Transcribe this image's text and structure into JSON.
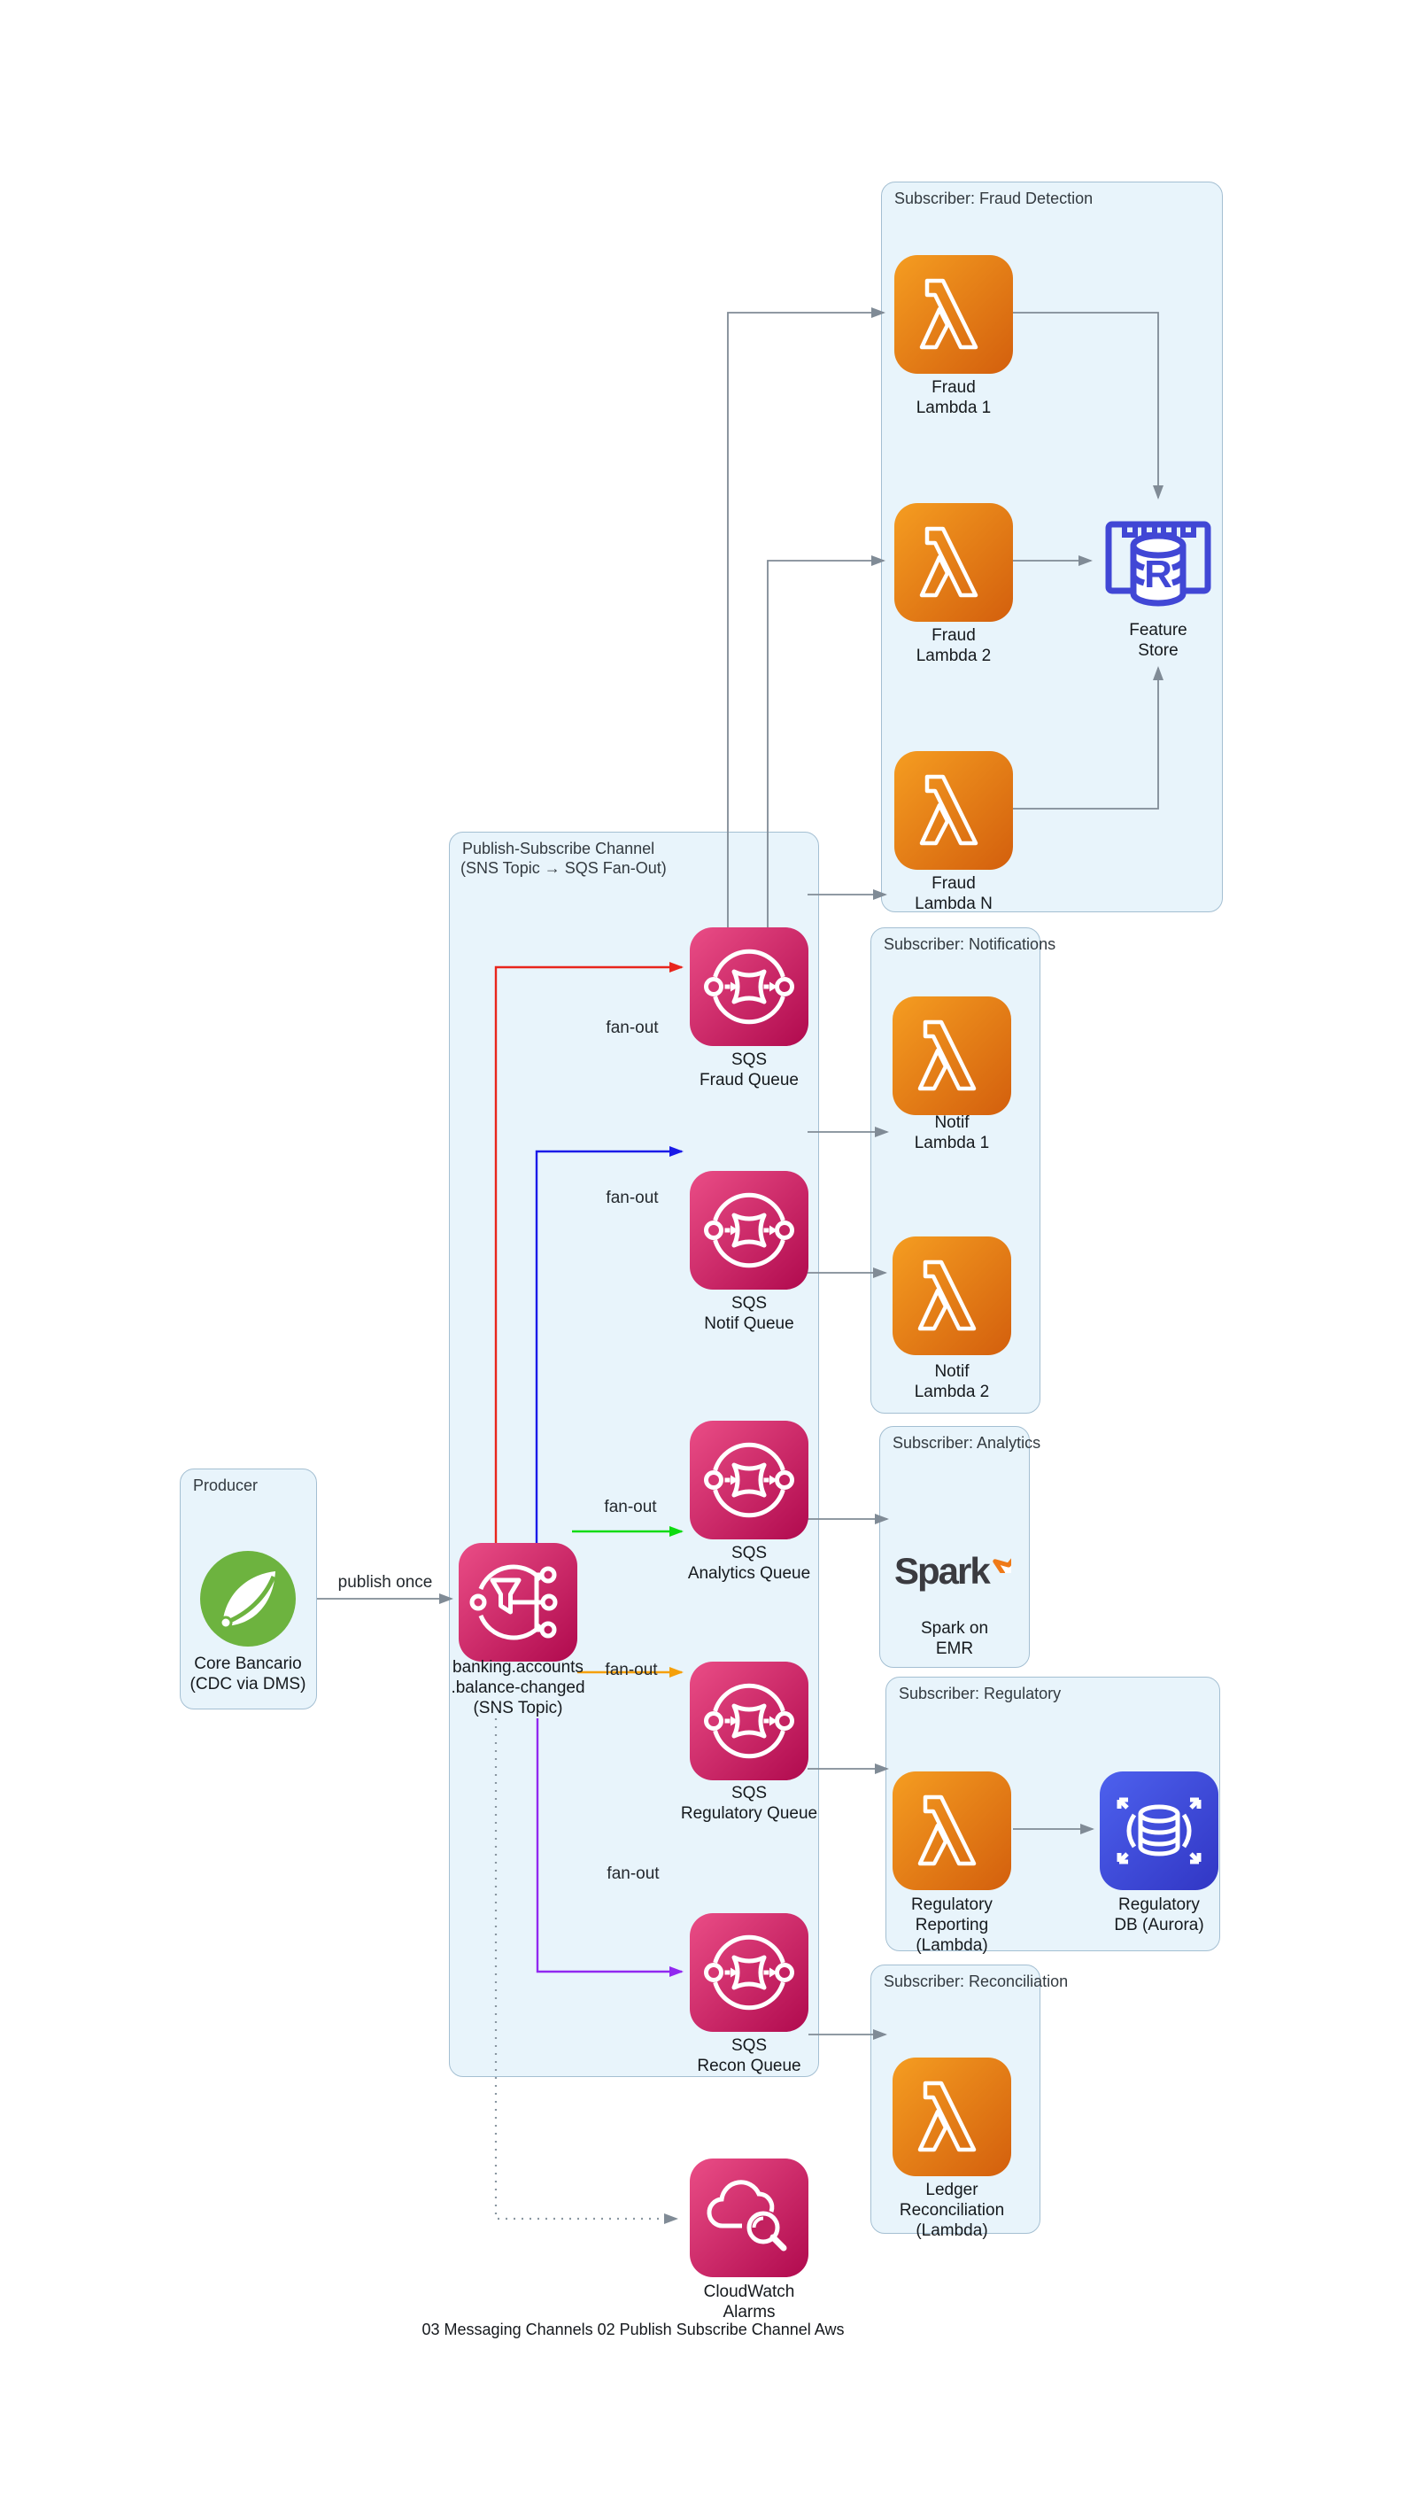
{
  "title": "03 Messaging Channels 02 Publish Subscribe Channel Aws",
  "colors": {
    "group_fill": "#e8f4fb",
    "group_border": "#a4bfd2",
    "lambda_orange_from": "#f59d21",
    "lambda_orange_to": "#d35f0d",
    "pink_from": "#ea4d86",
    "pink_to": "#b00a4e",
    "aurora_blue_from": "#4d61ee",
    "aurora_blue_to": "#3136c4",
    "redis_indigo": "#4147d5",
    "spring_green": "#6db33f",
    "spark_orange": "#ef7a18",
    "arrow_gray": "#808b96",
    "arrow_red": "#e8251c",
    "arrow_blue": "#1a1ae8",
    "arrow_green": "#0ddb10",
    "arrow_orange": "#f5a00a",
    "arrow_purple": "#9128f0"
  },
  "groups": {
    "producer": {
      "title": "Producer"
    },
    "pubsub": {
      "title_line1": "Publish-Subscribe Channel",
      "title_line2": "(SNS Topic → SQS Fan-Out)"
    },
    "fraud": {
      "title": "Subscriber: Fraud Detection"
    },
    "notifications": {
      "title": "Subscriber: Notifications"
    },
    "analytics": {
      "title": "Subscriber: Analytics"
    },
    "regulatory": {
      "title": "Subscriber: Regulatory"
    },
    "reconciliation": {
      "title": "Subscriber: Reconciliation"
    }
  },
  "nodes": {
    "core_bancario": {
      "line1": "Core Bancario",
      "line2": "(CDC via DMS)"
    },
    "sns_topic": {
      "line1": "banking.accounts",
      "line2": ".balance-changed",
      "line3": "(SNS Topic)"
    },
    "sqs_fraud": {
      "line1": "SQS",
      "line2": "Fraud Queue"
    },
    "sqs_notif": {
      "line1": "SQS",
      "line2": "Notif Queue"
    },
    "sqs_analytics": {
      "line1": "SQS",
      "line2": "Analytics Queue"
    },
    "sqs_regulatory": {
      "line1": "SQS",
      "line2": "Regulatory Queue"
    },
    "sqs_recon": {
      "line1": "SQS",
      "line2": "Recon Queue"
    },
    "cloudwatch": {
      "line1": "CloudWatch",
      "line2": "Alarms"
    },
    "fraud_lambda_1": {
      "line1": "Fraud",
      "line2": "Lambda 1"
    },
    "fraud_lambda_2": {
      "line1": "Fraud",
      "line2": "Lambda 2"
    },
    "fraud_lambda_n": {
      "line1": "Fraud",
      "line2": "Lambda N"
    },
    "feature_store": {
      "line1": "Feature",
      "line2": "Store"
    },
    "notif_lambda_1": {
      "line1": "Notif",
      "line2": "Lambda 1"
    },
    "notif_lambda_2": {
      "line1": "Notif",
      "line2": "Lambda 2"
    },
    "spark_emr": {
      "logo_text": "Spark",
      "line1": "Spark on",
      "line2": "EMR"
    },
    "regulatory_reporting": {
      "line1": "Regulatory",
      "line2": "Reporting",
      "line3": "(Lambda)"
    },
    "regulatory_db": {
      "line1": "Regulatory",
      "line2": "DB (Aurora)"
    },
    "ledger_reconciliation": {
      "line1": "Ledger",
      "line2": "Reconciliation",
      "line3": "(Lambda)"
    }
  },
  "edges": {
    "publish_once": "publish once",
    "fanout_fraud": "fan-out",
    "fanout_notif": "fan-out",
    "fanout_analytics": "fan-out",
    "fanout_regulatory": "fan-out",
    "fanout_recon": "fan-out"
  }
}
